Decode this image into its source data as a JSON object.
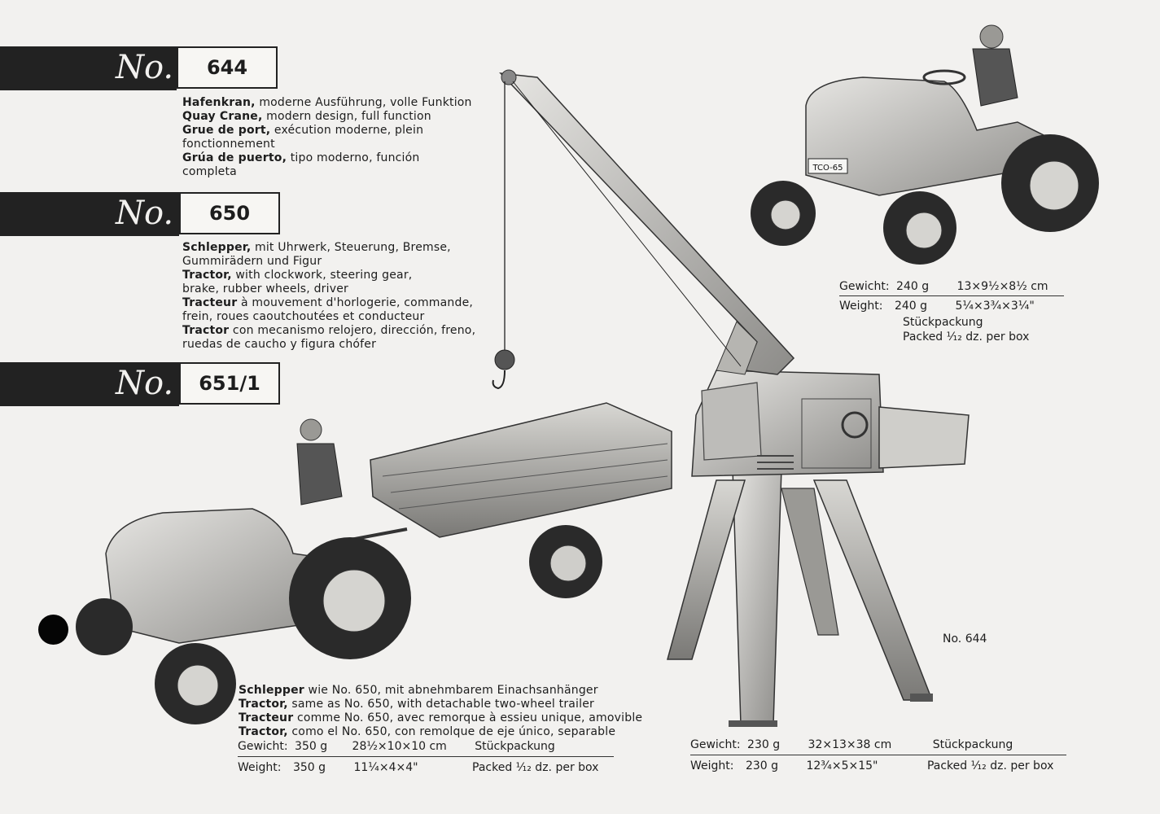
{
  "items": [
    {
      "number": "644",
      "prefix": "No.",
      "lines": [
        {
          "bold": "Hafenkran,",
          "text": " moderne Ausführung, volle Funktion"
        },
        {
          "bold": "Quay Crane,",
          "text": " modern design, full function"
        },
        {
          "bold": "Grue de port,",
          "text": " exécution moderne, plein"
        },
        {
          "bold": "",
          "text": "fonctionnement"
        },
        {
          "bold": "Grúa de puerto,",
          "text": " tipo moderno, función"
        },
        {
          "bold": "",
          "text": "completa"
        }
      ]
    },
    {
      "number": "650",
      "prefix": "No.",
      "lines": [
        {
          "bold": "Schlepper,",
          "text": " mit Uhrwerk, Steuerung, Bremse,"
        },
        {
          "bold": "",
          "text": "Gummirädern und Figur"
        },
        {
          "bold": "Tractor,",
          "text": " with clockwork, steering gear,"
        },
        {
          "bold": "",
          "text": "brake, rubber wheels, driver"
        },
        {
          "bold": "Tracteur",
          "text": " à mouvement d'horlogerie, commande,"
        },
        {
          "bold": "",
          "text": "frein, roues caoutchoutées et conducteur"
        },
        {
          "bold": "Tractor",
          "text": " con mecanismo relojero, dirección, freno,"
        },
        {
          "bold": "",
          "text": "ruedas de caucho y figura chófer"
        }
      ]
    },
    {
      "number": "651/1",
      "prefix": "No.",
      "lines": [
        {
          "bold": "Schlepper",
          "text": " wie No. 650, mit abnehmbarem Einachsanhänger"
        },
        {
          "bold": "Tractor,",
          "text": " same as No. 650, with  detachable two-wheel trailer"
        },
        {
          "bold": "Tracteur",
          "text": " comme No. 650, avec remorque  à essieu unique, amovible"
        },
        {
          "bold": "Tractor,",
          "text": " como el No. 650, con remolque  de eje único, separable"
        }
      ]
    }
  ],
  "specs": {
    "tractor650": {
      "gewicht_label": "Gewicht:",
      "gewicht": "240 g",
      "dims_cm": "13×9½×8½ cm",
      "weight_label": "Weight:",
      "weight": "240 g",
      "dims_in": "5¼×3¾×3¼\"",
      "pack_de": "Stückpackung",
      "pack_en": "Packed ¹⁄₁₂ dz. per box"
    },
    "tractor651": {
      "gewicht_label": "Gewicht:",
      "gewicht": "350 g",
      "dims_cm": "28½×10×10 cm",
      "pack_de": "Stückpackung",
      "weight_label": "Weight:",
      "weight": "350 g",
      "dims_in": "11¼×4×4\"",
      "pack_en": "Packed ¹⁄₁₂ dz. per box"
    },
    "crane644": {
      "gewicht_label": "Gewicht:",
      "gewicht": "230 g",
      "dims_cm": "32×13×38 cm",
      "pack_de": "Stückpackung",
      "weight_label": "Weight:",
      "weight": "230 g",
      "dims_in": "12¾×5×15\"",
      "pack_en": "Packed ¹⁄₁₂ dz. per box"
    }
  },
  "captions": {
    "crane_label": "No. 644",
    "tractor_plate": "TCO-65"
  }
}
